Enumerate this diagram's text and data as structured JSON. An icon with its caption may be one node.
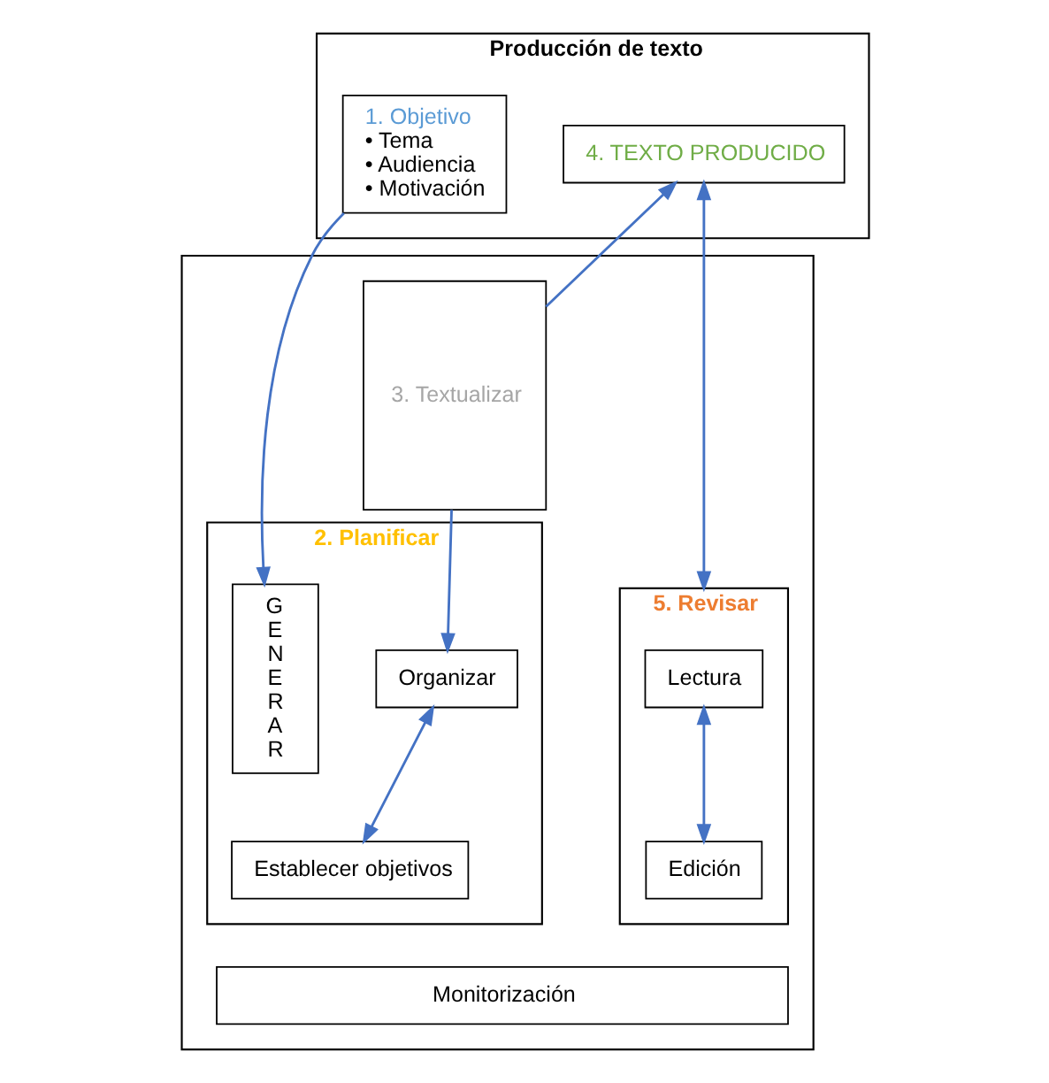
{
  "diagram": {
    "nodes": [
      {
        "text": [
          "Producción de texto"
        ]
      },
      {
        "text": [
          "1. Objetivo",
          "• Tema",
          "• Audiencia",
          "• Motivación"
        ],
        "in": 0
      },
      {
        "text": [
          "4. TEXTO PRODUCIDO"
        ],
        "in": 0
      },
      {
        "text": [],
        "shape": "box"
      },
      {
        "text": [
          "2. Planificar"
        ],
        "in": 3
      },
      {
        "text": [
          "G E N E R A R"
        ],
        "in": 4
      },
      {
        "text": [
          "Organizar"
        ],
        "in": 4
      },
      {
        "text": [
          "Establecer objetivos"
        ],
        "in": 4
      },
      {
        "text": [
          "3. Textualizar"
        ],
        "in": 3
      },
      {
        "text": [
          "5. Revisar"
        ],
        "in": 3
      },
      {
        "text": [
          "Lectura"
        ],
        "in": 9
      },
      {
        "text": [
          "Edición"
        ],
        "in": 9
      },
      {
        "text": [
          "Monitorización"
        ],
        "in": 3
      }
    ],
    "edges": [
      {
        "from": 1,
        "to": 5,
        "arrow": "to"
      },
      {
        "from": 8,
        "to": 2,
        "arrow": "to"
      },
      {
        "from": 2,
        "to": 9,
        "arrow": "both"
      },
      {
        "from": 8,
        "to": 6,
        "arrow": "to"
      },
      {
        "from": 6,
        "to": 7,
        "arrow": "both"
      },
      {
        "from": 10,
        "to": 11,
        "arrow": "both"
      }
    ]
  }
}
